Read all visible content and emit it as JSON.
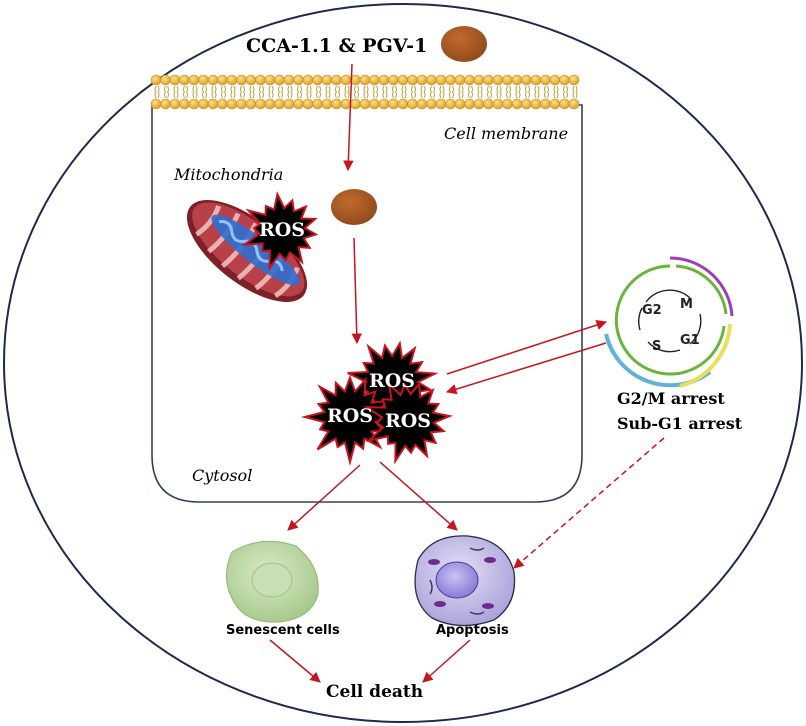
{
  "labels": {
    "compounds": "CCA-1.1 & PGV-1",
    "cell_membrane": "Cell membrane",
    "mitochondria": "Mitochondria",
    "cytosol": "Cytosol",
    "ros": "ROS",
    "g2m_arrest": "G2/M arrest",
    "subg1_arrest": "Sub-G1 arrest",
    "senescent": "Senescent cells",
    "apoptosis": "Apoptosis",
    "cell_death": "Cell death"
  },
  "cell_cycle": {
    "phases": [
      "G2",
      "M",
      "G1",
      "S"
    ]
  },
  "colors": {
    "outline": "#1f2a4a",
    "arrow": "#c8141e",
    "molecule": "#a45a24",
    "membrane_head": "#e8b23c",
    "ros_fill": "#000000",
    "ros_border": "#c8141e",
    "mitochondria": "#a7363c",
    "senescent": "#b6d39e",
    "apoptosis": "#b9b3e0",
    "ring_green": "#6ab33c",
    "ring_purple": "#9b3fb5",
    "ring_blue": "#5fb3d6",
    "ring_yellow": "#e8e05a"
  }
}
